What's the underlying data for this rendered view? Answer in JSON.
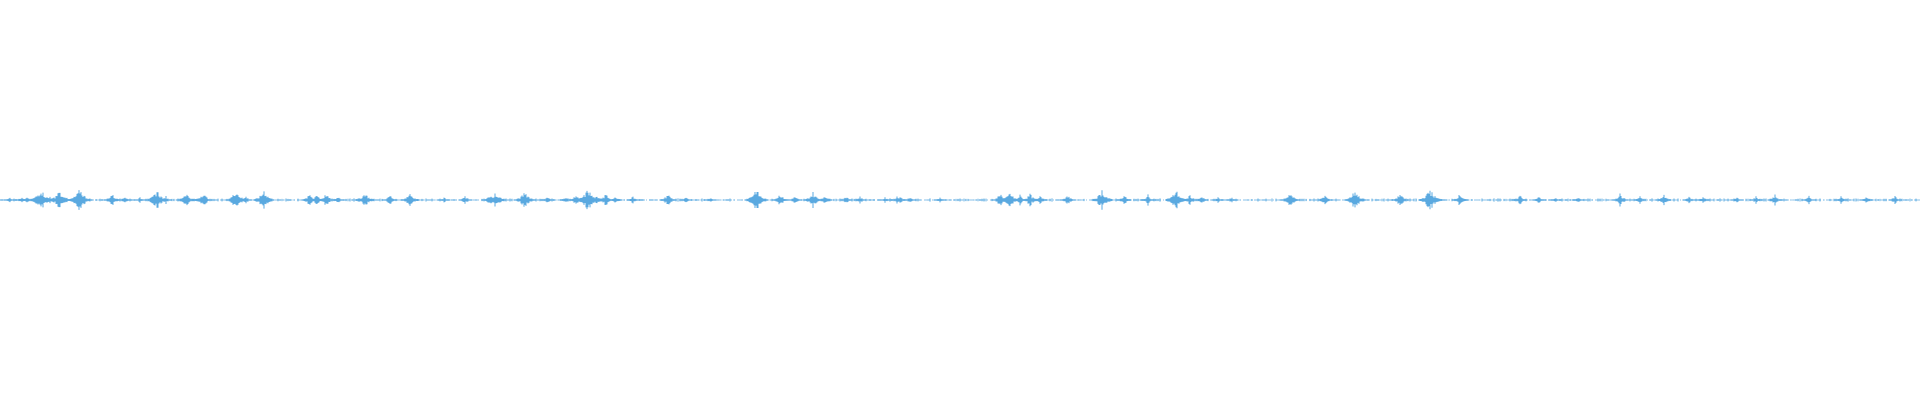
{
  "waveform": {
    "color": "#5aa9e0",
    "baseline_color": "#5aa9e0",
    "background": "#ffffff",
    "bursts": [
      [
        0.01,
        0.2
      ],
      [
        0.022,
        0.3
      ],
      [
        0.027,
        0.2
      ],
      [
        0.041,
        0.9
      ],
      [
        0.05,
        0.3
      ],
      [
        0.059,
        0.7
      ],
      [
        0.066,
        0.3
      ],
      [
        0.08,
        0.9
      ],
      [
        0.112,
        0.5
      ],
      [
        0.125,
        0.3
      ],
      [
        0.14,
        0.2
      ],
      [
        0.157,
        0.8
      ],
      [
        0.166,
        0.3
      ],
      [
        0.186,
        0.6
      ],
      [
        0.203,
        0.6
      ],
      [
        0.236,
        0.8
      ],
      [
        0.246,
        0.3
      ],
      [
        0.264,
        0.8
      ],
      [
        0.31,
        0.5
      ],
      [
        0.317,
        0.4
      ],
      [
        0.326,
        0.5
      ],
      [
        0.338,
        0.3
      ],
      [
        0.365,
        0.6
      ],
      [
        0.39,
        0.4
      ],
      [
        0.41,
        0.6
      ],
      [
        0.444,
        0.2
      ],
      [
        0.465,
        0.3
      ],
      [
        0.49,
        0.4
      ],
      [
        0.495,
        0.5
      ],
      [
        0.5,
        0.3
      ],
      [
        0.525,
        0.7
      ],
      [
        0.547,
        0.3
      ],
      [
        0.566,
        0.3
      ],
      [
        0.576,
        0.4
      ],
      [
        0.588,
        0.9
      ],
      [
        0.596,
        0.4
      ],
      [
        0.606,
        0.5
      ],
      [
        0.616,
        0.3
      ],
      [
        0.633,
        0.3
      ],
      [
        0.668,
        0.5
      ],
      [
        0.686,
        0.2
      ],
      [
        0.71,
        0.2
      ],
      [
        0.756,
        0.9
      ],
      [
        0.78,
        0.3
      ],
      [
        0.78,
        0.5
      ],
      [
        0.795,
        0.3
      ],
      [
        0.813,
        0.6
      ],
      [
        0.825,
        0.4
      ],
      [
        0.846,
        0.3
      ],
      [
        0.86,
        0.3
      ],
      [
        0.885,
        0.2
      ],
      [
        0.897,
        0.3
      ],
      [
        0.9,
        0.3
      ],
      [
        0.91,
        0.2
      ],
      [
        0.94,
        0.2
      ],
      [
        1.0,
        0.5
      ],
      [
        1.01,
        0.6
      ],
      [
        1.02,
        0.4
      ],
      [
        1.03,
        0.5
      ],
      [
        1.04,
        0.4
      ],
      [
        1.068,
        0.4
      ],
      [
        1.102,
        0.8
      ],
      [
        1.124,
        0.4
      ],
      [
        1.148,
        0.4
      ],
      [
        1.176,
        0.8
      ],
      [
        1.19,
        0.4
      ],
      [
        1.202,
        0.3
      ],
      [
        1.218,
        0.2
      ],
      [
        1.232,
        0.2
      ],
      [
        1.29,
        0.6
      ],
      [
        1.325,
        0.4
      ],
      [
        1.355,
        0.8
      ],
      [
        1.4,
        0.5
      ],
      [
        1.43,
        0.9
      ],
      [
        1.46,
        0.5
      ],
      [
        1.52,
        0.4
      ],
      [
        1.539,
        0.3
      ],
      [
        1.555,
        0.2
      ],
      [
        1.578,
        0.2
      ],
      [
        1.62,
        0.5
      ],
      [
        1.64,
        0.3
      ],
      [
        1.664,
        0.4
      ],
      [
        1.689,
        0.3
      ],
      [
        1.703,
        0.3
      ],
      [
        1.737,
        0.2
      ],
      [
        1.756,
        0.3
      ],
      [
        1.775,
        0.4
      ],
      [
        1.809,
        0.3
      ],
      [
        1.841,
        0.3
      ],
      [
        1.866,
        0.3
      ],
      [
        1.895,
        0.3
      ]
    ]
  }
}
